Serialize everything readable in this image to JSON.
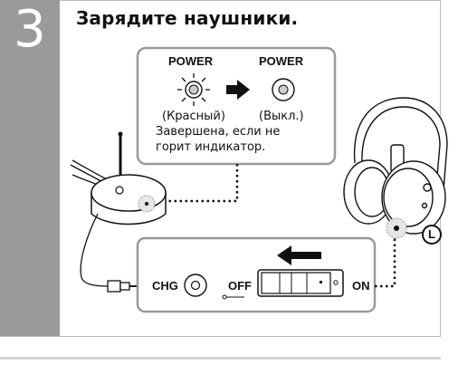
{
  "step": {
    "number": "3",
    "title": "Зарядите наушники."
  },
  "indicator": {
    "left_label": "POWER",
    "right_label": "POWER",
    "left_state": "(Красный)",
    "right_state": "(Выкл.)",
    "note_line1": "Завершена, если не",
    "note_line2": "горит индикатор."
  },
  "switch_panel": {
    "chg": "CHG",
    "off": "OFF",
    "on": "ON"
  },
  "headphone_mark": "L"
}
